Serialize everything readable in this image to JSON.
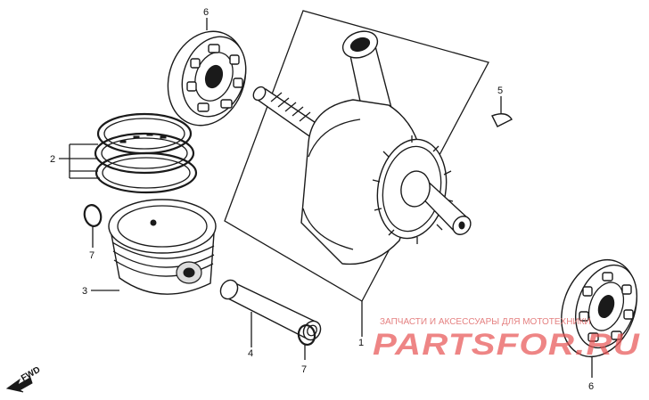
{
  "callouts": {
    "part_1": "1",
    "part_2": "2",
    "part_3": "3",
    "part_4": "4",
    "part_5": "5",
    "part_6_top": "6",
    "part_6_bottom": "6",
    "part_7_left": "7",
    "part_7_bottom": "7"
  },
  "direction_label": "FWD",
  "watermark": {
    "caption": "ЗАПЧАСТИ И АКСЕССУАРЫ ДЛЯ МОТОТЕХНИКИ",
    "brand": "PARTSFOR.RU"
  },
  "icons": {
    "direction_arrow": "arrow-down-left-icon"
  },
  "colors": {
    "line_art": "#1a1a1a",
    "watermark": "#e85252"
  }
}
